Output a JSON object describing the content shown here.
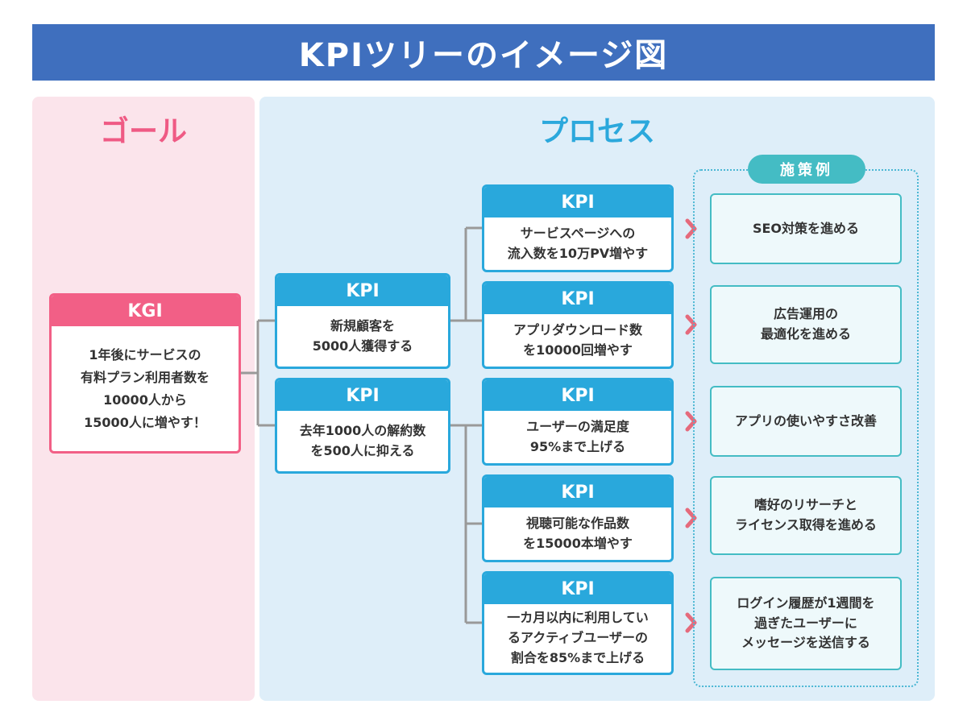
{
  "title": "KPIツリーのイメージ図",
  "sections": {
    "goal": "ゴール",
    "process": "プロセス"
  },
  "kgi": {
    "label": "KGI",
    "text": "1年後にサービスの\n有料プラン利用者数を\n10000人から\n15000人に増やす！"
  },
  "level1": [
    {
      "label": "KPI",
      "text": "新規顧客を\n5000人獲得する"
    },
    {
      "label": "KPI",
      "text": "去年1000人の解約数\nを500人に抑える"
    }
  ],
  "level2": [
    {
      "label": "KPI",
      "text": "サービスページへの\n流入数を10万PV増やす"
    },
    {
      "label": "KPI",
      "text": "アプリダウンロード数\nを10000回増やす"
    },
    {
      "label": "KPI",
      "text": "ユーザーの満足度\n95%まで上げる"
    },
    {
      "label": "KPI",
      "text": "視聴可能な作品数\nを15000本増やす"
    },
    {
      "label": "KPI",
      "text": "一カ月以内に利用してい\nるアクティブユーザーの\n割合を85%まで上げる"
    }
  ],
  "measures_label": "施策例",
  "measures": [
    "SEO対策を進める",
    "広告運用の\n最適化を進める",
    "アプリの使いやすさ改善",
    "嗜好のリサーチと\nライセンス取得を進める",
    "ログイン履歴が1週間を\n過ぎたユーザーに\nメッセージを送信する"
  ],
  "colors": {
    "title_bar": "#3f6fbe",
    "goal_accent": "#f25f86",
    "process_accent": "#29a8dc",
    "measure_accent": "#44bcc4",
    "connector": "#999999",
    "arrow": "#e56a7c"
  }
}
